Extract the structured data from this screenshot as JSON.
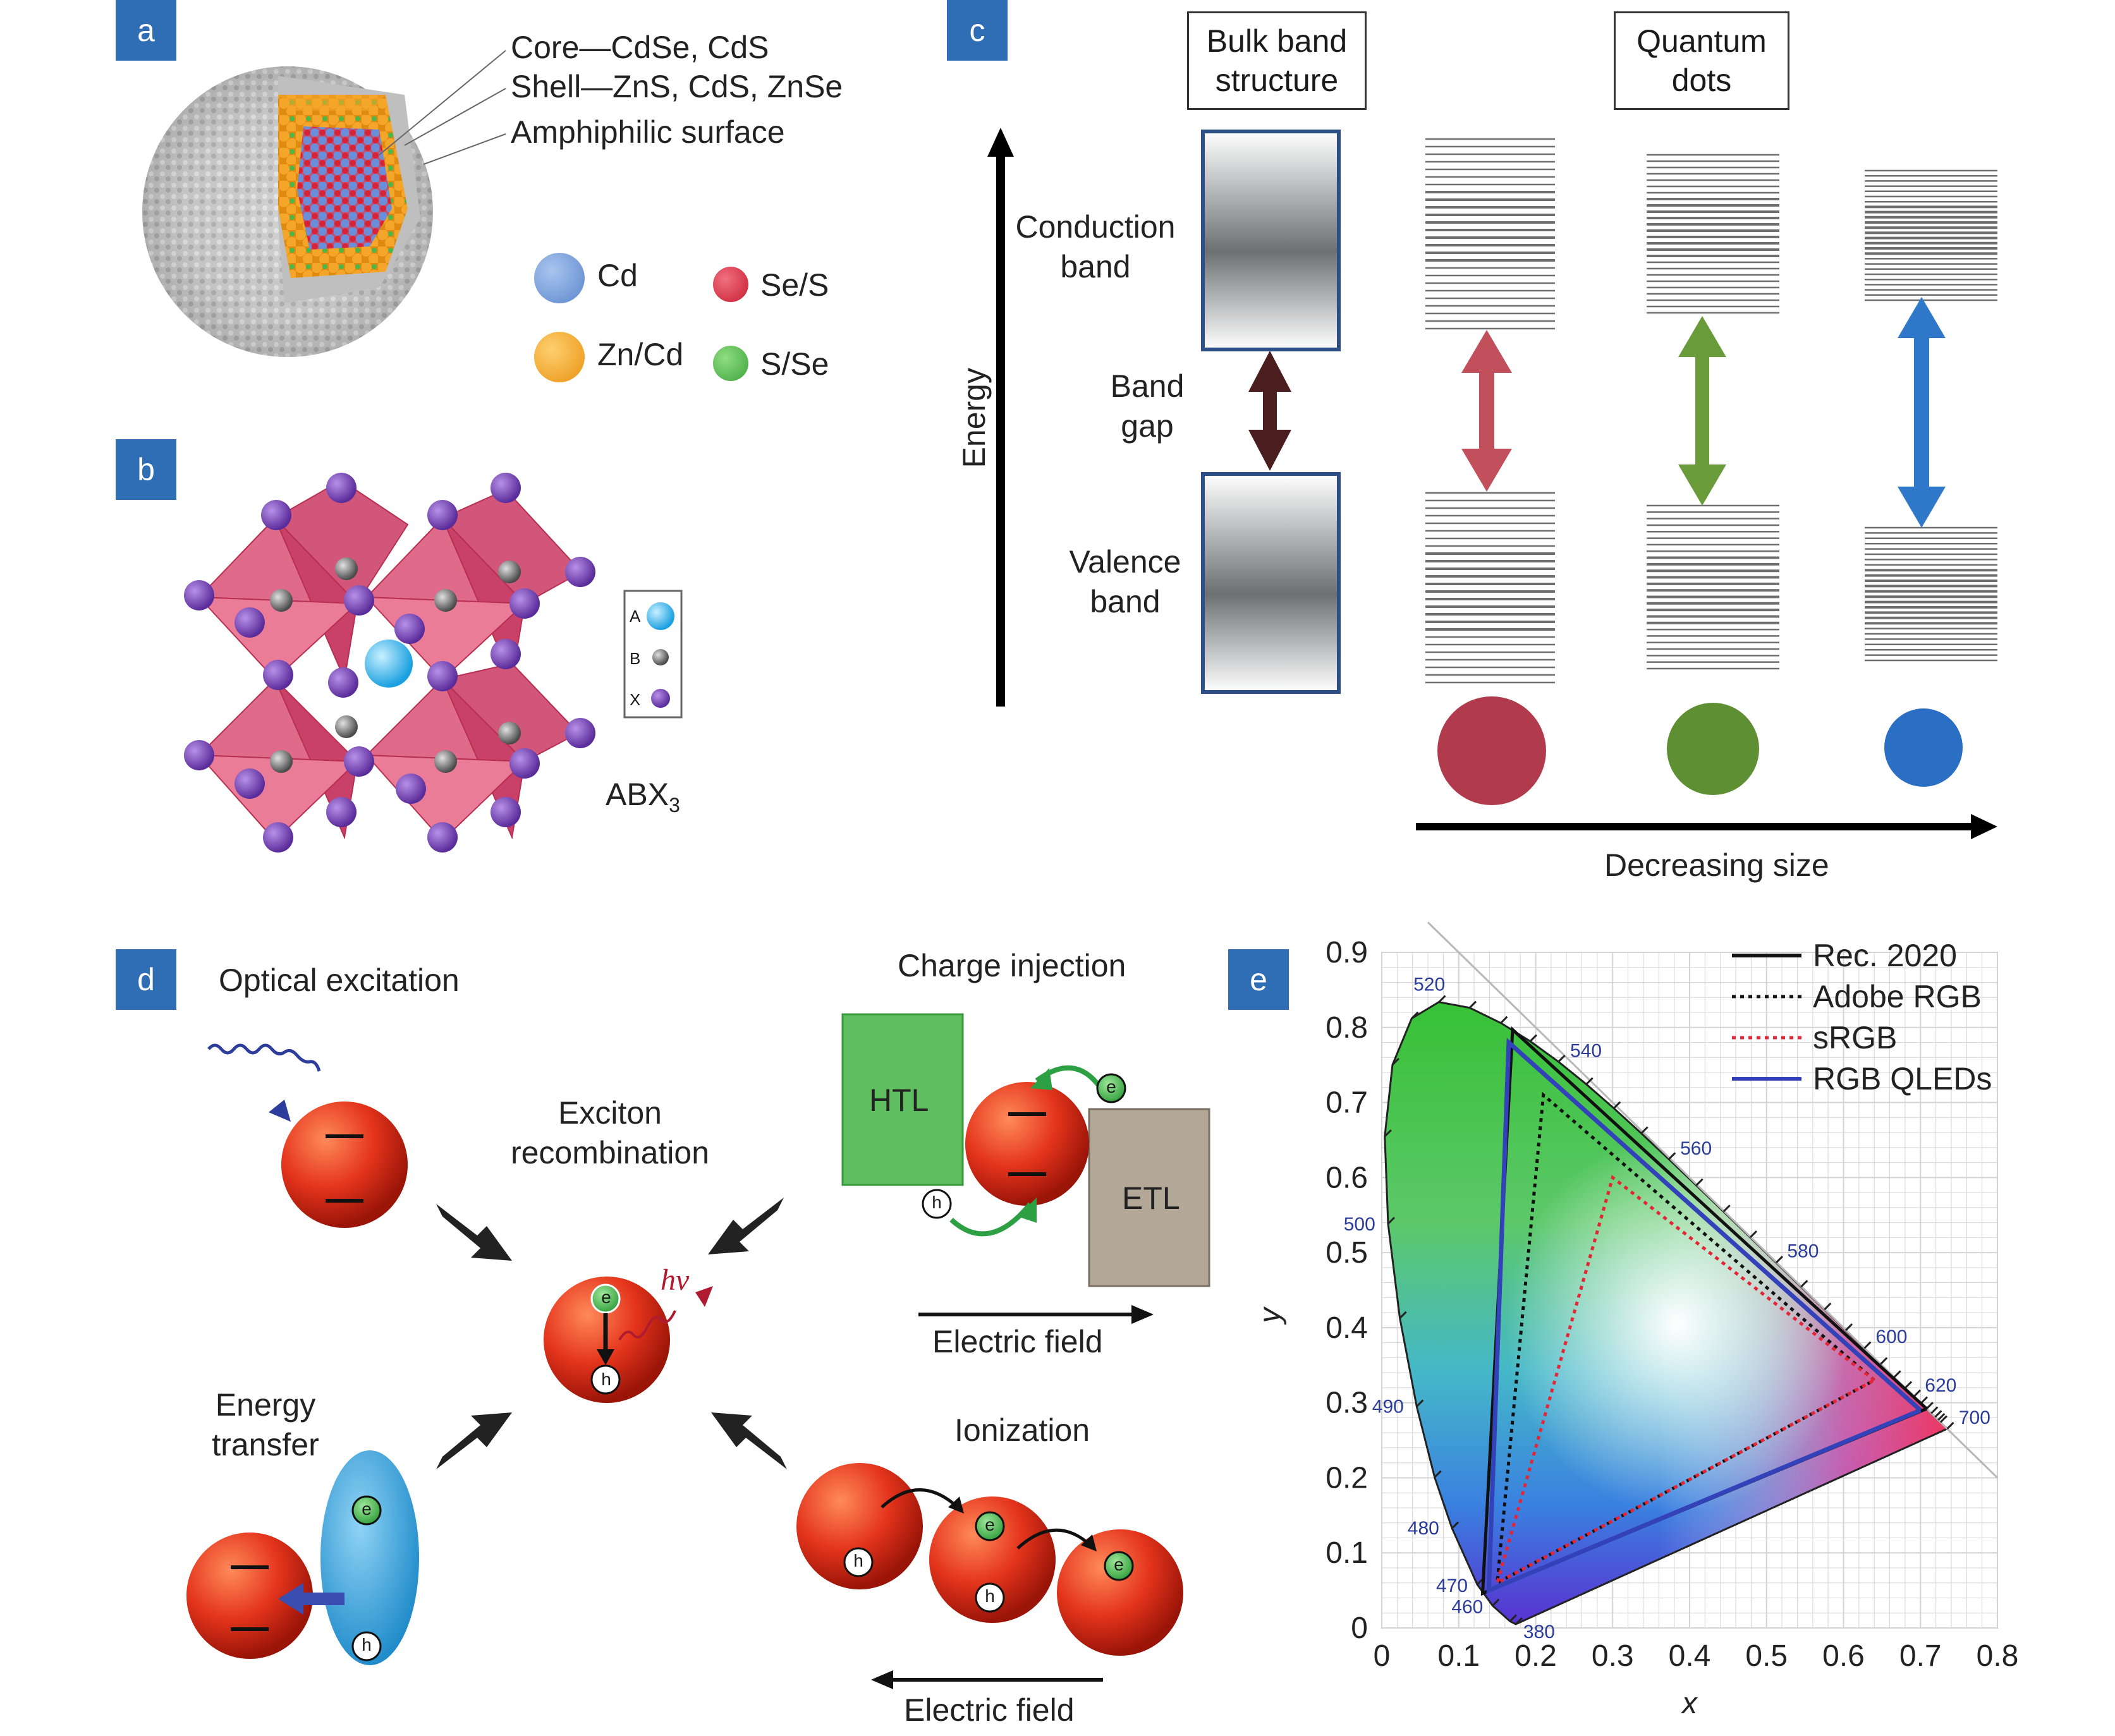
{
  "panels": {
    "a": {
      "badge": "a",
      "core": "Core—CdSe, CdS",
      "shell": "Shell—ZnS, CdS, ZnSe",
      "surface": "Amphiphilic surface",
      "legend": [
        {
          "label": "Cd",
          "color": "#6a9bd8"
        },
        {
          "label": "Se/S",
          "color": "#d8243a"
        },
        {
          "label": "Zn/Cd",
          "color": "#f2a31d"
        },
        {
          "label": "S/Se",
          "color": "#4cb648"
        }
      ]
    },
    "b": {
      "badge": "b",
      "legend": [
        "A",
        "B",
        "X"
      ],
      "formula_main": "ABX",
      "formula_sub": "3"
    },
    "c": {
      "badge": "c",
      "bulk_title": "Bulk band structure",
      "qd_title": "Quantum dots",
      "energy": "Energy",
      "conduction": "Conduction band",
      "band_gap": "Band gap",
      "valence": "Valence band",
      "size_axis": "Decreasing size",
      "dot_colors": [
        "#b13a4c",
        "#5e8f32",
        "#2a6fc4"
      ]
    },
    "d": {
      "badge": "d",
      "optical": "Optical excitation",
      "charge": "Charge injection",
      "htl": "HTL",
      "etl": "ETL",
      "field1": "Electric field",
      "exciton": "Exciton recombination",
      "hv": "hv",
      "energy_transfer": "Energy transfer",
      "ionization": "Ionization",
      "field2": "Electric field",
      "e": "e",
      "h": "h"
    },
    "e": {
      "badge": "e"
    }
  },
  "chart_data": {
    "type": "line",
    "title": "",
    "xlabel": "x",
    "ylabel": "y",
    "xlim": [
      0,
      0.8
    ],
    "ylim": [
      0,
      0.9
    ],
    "xticks": [
      "0",
      "0.1",
      "0.2",
      "0.3",
      "0.4",
      "0.5",
      "0.6",
      "0.7",
      "0.8"
    ],
    "yticks": [
      "0",
      "0.1",
      "0.2",
      "0.3",
      "0.4",
      "0.5",
      "0.6",
      "0.7",
      "0.8",
      "0.9"
    ],
    "grid": true,
    "legend_position": "top-right",
    "locus_labels": [
      {
        "label": "380",
        "x": 0.174,
        "y": 0.005
      },
      {
        "label": "460",
        "x": 0.144,
        "y": 0.03
      },
      {
        "label": "470",
        "x": 0.124,
        "y": 0.058
      },
      {
        "label": "480",
        "x": 0.091,
        "y": 0.133
      },
      {
        "label": "490",
        "x": 0.045,
        "y": 0.295
      },
      {
        "label": "500",
        "x": 0.008,
        "y": 0.538
      },
      {
        "label": "520",
        "x": 0.074,
        "y": 0.834
      },
      {
        "label": "540",
        "x": 0.23,
        "y": 0.754
      },
      {
        "label": "560",
        "x": 0.373,
        "y": 0.624
      },
      {
        "label": "580",
        "x": 0.512,
        "y": 0.487
      },
      {
        "label": "600",
        "x": 0.627,
        "y": 0.373
      },
      {
        "label": "620",
        "x": 0.691,
        "y": 0.308
      },
      {
        "label": "700",
        "x": 0.735,
        "y": 0.265
      }
    ],
    "spectral_locus": [
      [
        0.1741,
        0.005
      ],
      [
        0.1666,
        0.0089
      ],
      [
        0.144,
        0.0297
      ],
      [
        0.1241,
        0.0578
      ],
      [
        0.0913,
        0.1327
      ],
      [
        0.0687,
        0.2007
      ],
      [
        0.0454,
        0.295
      ],
      [
        0.0235,
        0.4127
      ],
      [
        0.0082,
        0.5384
      ],
      [
        0.0039,
        0.6548
      ],
      [
        0.0139,
        0.7502
      ],
      [
        0.0389,
        0.812
      ],
      [
        0.0743,
        0.8338
      ],
      [
        0.1142,
        0.8262
      ],
      [
        0.1547,
        0.8059
      ],
      [
        0.1929,
        0.7816
      ],
      [
        0.2296,
        0.7543
      ],
      [
        0.2658,
        0.7243
      ],
      [
        0.3016,
        0.6923
      ],
      [
        0.3373,
        0.6589
      ],
      [
        0.3731,
        0.6245
      ],
      [
        0.4087,
        0.5896
      ],
      [
        0.4441,
        0.5547
      ],
      [
        0.4788,
        0.5202
      ],
      [
        0.5125,
        0.4866
      ],
      [
        0.5448,
        0.4544
      ],
      [
        0.5752,
        0.4242
      ],
      [
        0.6029,
        0.3965
      ],
      [
        0.627,
        0.3725
      ],
      [
        0.6482,
        0.3514
      ],
      [
        0.6658,
        0.334
      ],
      [
        0.6801,
        0.3197
      ],
      [
        0.6915,
        0.3083
      ],
      [
        0.7006,
        0.2993
      ],
      [
        0.7079,
        0.292
      ],
      [
        0.714,
        0.2859
      ],
      [
        0.719,
        0.2809
      ],
      [
        0.723,
        0.277
      ],
      [
        0.726,
        0.274
      ],
      [
        0.7347,
        0.2653
      ]
    ],
    "series": [
      {
        "name": "Rec. 2020",
        "style": "solid",
        "color": "#111111",
        "x": [
          0.708,
          0.17,
          0.131,
          0.708
        ],
        "y": [
          0.292,
          0.797,
          0.046,
          0.292
        ]
      },
      {
        "name": "Adobe RGB",
        "style": "dotted",
        "color": "#111111",
        "x": [
          0.64,
          0.21,
          0.15,
          0.64
        ],
        "y": [
          0.33,
          0.71,
          0.06,
          0.33
        ]
      },
      {
        "name": "sRGB",
        "style": "dotted",
        "color": "#e32636",
        "x": [
          0.64,
          0.3,
          0.15,
          0.64
        ],
        "y": [
          0.33,
          0.6,
          0.06,
          0.33
        ]
      },
      {
        "name": "RGB QLEDs",
        "style": "solid",
        "color": "#3342b8",
        "x": [
          0.7,
          0.165,
          0.139,
          0.7
        ],
        "y": [
          0.29,
          0.78,
          0.05,
          0.29
        ]
      }
    ]
  }
}
